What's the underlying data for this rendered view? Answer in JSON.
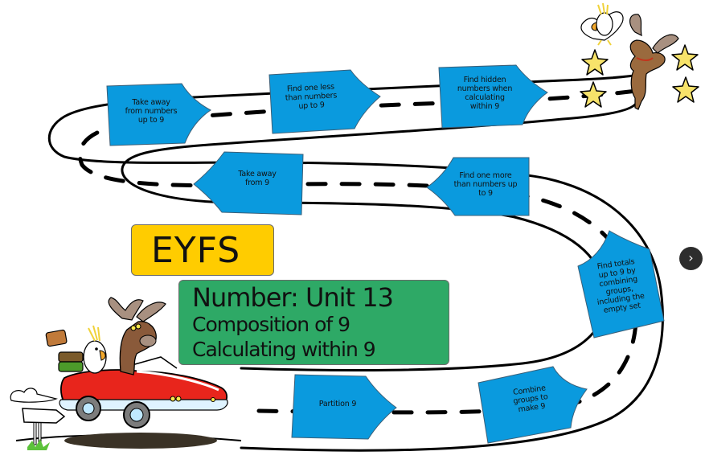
{
  "slide": {
    "title_badge": "EYFS",
    "unit_title": "Number: Unit 13",
    "subtitle_1": "Composition of 9",
    "subtitle_2": "Calculating within 9"
  },
  "signposts": [
    {
      "id": "partition-9",
      "lines": [
        "Partition 9"
      ]
    },
    {
      "id": "combine-groups",
      "lines": [
        "Combine",
        "groups to",
        "make 9"
      ]
    },
    {
      "id": "find-totals",
      "lines": [
        "Find totals",
        "up to 9 by",
        "combining",
        "groups,",
        "including the",
        "empty set"
      ]
    },
    {
      "id": "one-more",
      "lines": [
        "Find one more",
        "than numbers up",
        "to 9"
      ]
    },
    {
      "id": "take-away-9",
      "lines": [
        "Take away",
        "from 9"
      ]
    },
    {
      "id": "take-away-up-to-9",
      "lines": [
        "Take away",
        "from numbers",
        "up to 9"
      ]
    },
    {
      "id": "one-less",
      "lines": [
        "Find one less",
        "than numbers",
        "up to 9"
      ]
    },
    {
      "id": "hidden-numbers",
      "lines": [
        "Find hidden",
        "numbers when",
        "calculating",
        "within 9"
      ]
    }
  ],
  "navigation": {
    "next_icon": "chevron-right-icon",
    "next_glyph": "›"
  },
  "colors": {
    "signpost_fill": "#0a9ade",
    "badge_yellow": "#ffcc00",
    "title_green": "#2ea966",
    "road_line": "#000000",
    "star_yellow": "#f7e36a",
    "car_red": "#e8251c"
  },
  "illustrations": {
    "start": "moose-and-cockatoo-in-red-car-icon",
    "finish": "celebrating-moose-and-cockatoo-with-stars-icon"
  }
}
